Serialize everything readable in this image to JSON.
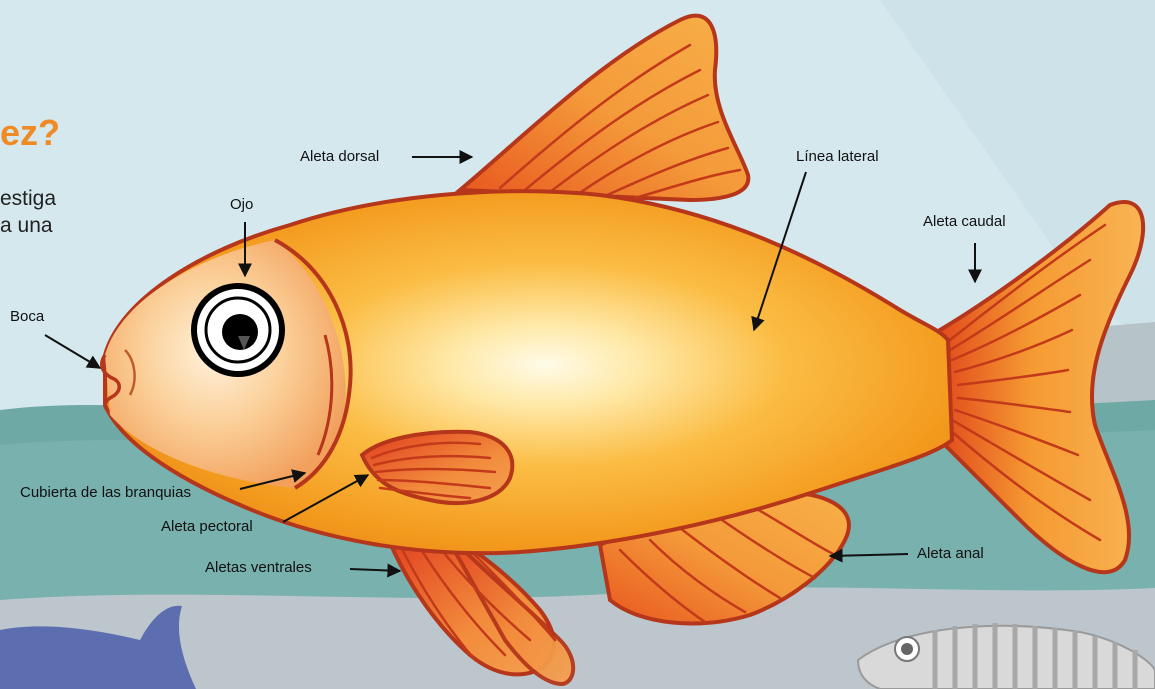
{
  "heading": "ez?",
  "intro_lines": [
    "estiga",
    "a una"
  ],
  "labels": {
    "dorsal": "Aleta dorsal",
    "lateral": "Línea lateral",
    "ojo": "Ojo",
    "caudal": "Aleta caudal",
    "boca": "Boca",
    "branquias": "Cubierta de las branquias",
    "pectoral": "Aleta pectoral",
    "ventrales": "Aletas ventrales",
    "anal": "Aleta anal"
  },
  "colors": {
    "background": "#d5e8ee",
    "water": "#6ea9a6",
    "ground": "#bcc6cc",
    "fish_body": "#f6a02a",
    "fish_outline": "#b5361a",
    "heading": "#f08a24"
  }
}
